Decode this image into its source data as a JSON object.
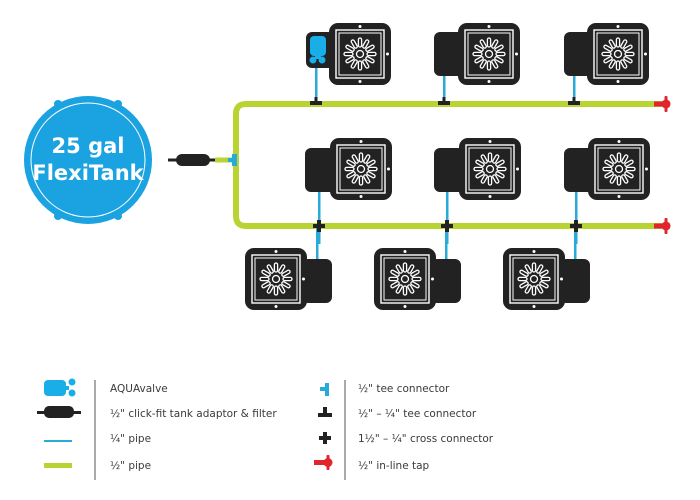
{
  "colors": {
    "tank_blue": "#1aa3e0",
    "aquavalve_blue": "#1aaee8",
    "quarter_pipe": "#2aaad8",
    "half_pipe": "#b8d432",
    "black": "#222222",
    "tap_red": "#e0252c",
    "legend_text": "#3a3a3a"
  },
  "tank": {
    "line1": "25 gal",
    "line2": "FlexiTank"
  },
  "system": {
    "pots_top_row_above_pipe": 3,
    "pots_middle_row_between_pipes": 3,
    "pots_bottom_row_below_pipe": 3,
    "pipe_loops": 2,
    "in_line_taps": 2
  },
  "legend": {
    "left": [
      {
        "icon": "aquavalve-icon",
        "label": "AQUAvalve"
      },
      {
        "icon": "tank-adaptor-filter-icon",
        "label": "½\" click-fit tank adaptor & filter"
      },
      {
        "icon": "quarter-pipe-icon",
        "label": "¼\" pipe"
      },
      {
        "icon": "half-pipe-icon",
        "label": "½\" pipe"
      }
    ],
    "right": [
      {
        "icon": "half-tee-connector-icon",
        "label": "½\" tee connector"
      },
      {
        "icon": "half-quarter-tee-connector-icon",
        "label": "½\" – ¼\" tee connector"
      },
      {
        "icon": "cross-connector-icon",
        "label": "1½\" – ¼\" cross connector"
      },
      {
        "icon": "in-line-tap-icon",
        "label": "½\" in-line tap"
      }
    ]
  }
}
